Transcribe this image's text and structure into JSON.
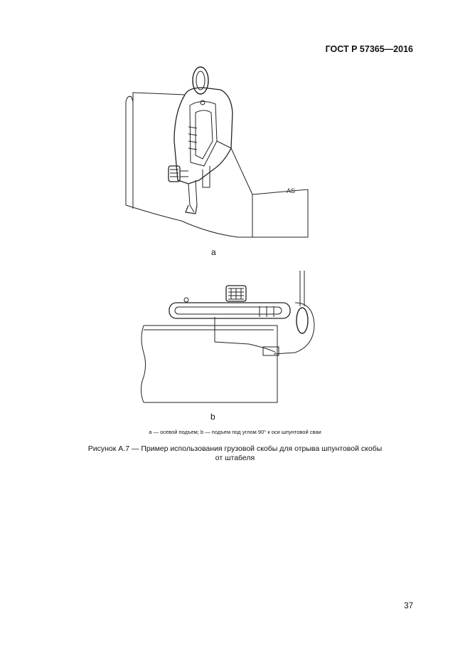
{
  "header": {
    "standard_code": "ГОСТ Р 57365—2016"
  },
  "figure": {
    "sub_a_label": "а",
    "sub_b_label": "b",
    "legend": "а — осевой подъем; b — подъем под углом 90° к оси шпунтовой сваи",
    "caption_line1": "Рисунок А.7 — Пример использования грузовой скобы для отрыва шпунтовой скобы",
    "caption_line2": "от штабеля"
  },
  "footer": {
    "page_number": "37"
  }
}
